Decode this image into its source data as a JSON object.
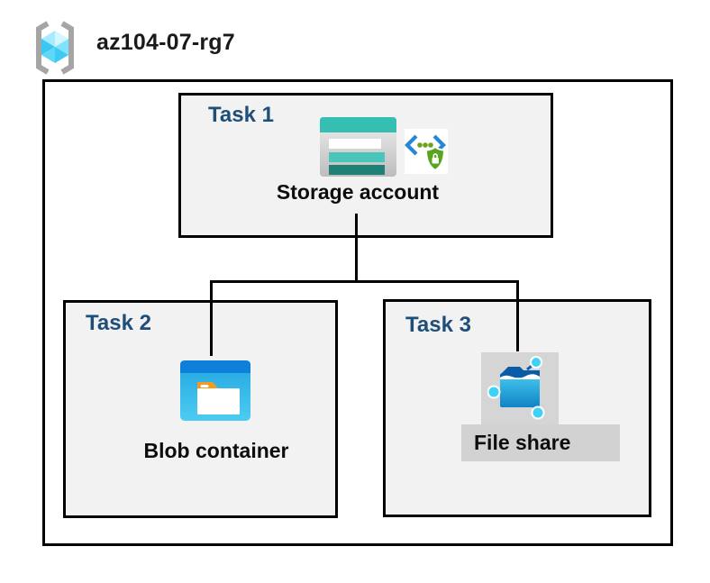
{
  "header": {
    "title": "az104-07-rg7",
    "icon": "resource-group"
  },
  "tasks": [
    {
      "label": "Task 1",
      "resource": "Storage account",
      "icons": [
        "storage-account",
        "secure-transfer"
      ]
    },
    {
      "label": "Task 2",
      "resource": "Blob container",
      "icons": [
        "blob-container"
      ]
    },
    {
      "label": "Task 3",
      "resource": "File share",
      "icons": [
        "file-share"
      ]
    }
  ],
  "colors": {
    "task_label": "#1F4E79",
    "task_box_fill": "#F2F2F2",
    "outline": "#000000",
    "storage_teal": "#35BFB3",
    "azure_blue": "#0F80D9",
    "shield_green": "#57A41D",
    "file_share_highlight": "#D2D2D2",
    "node_cyan": "#3FD2F7"
  }
}
